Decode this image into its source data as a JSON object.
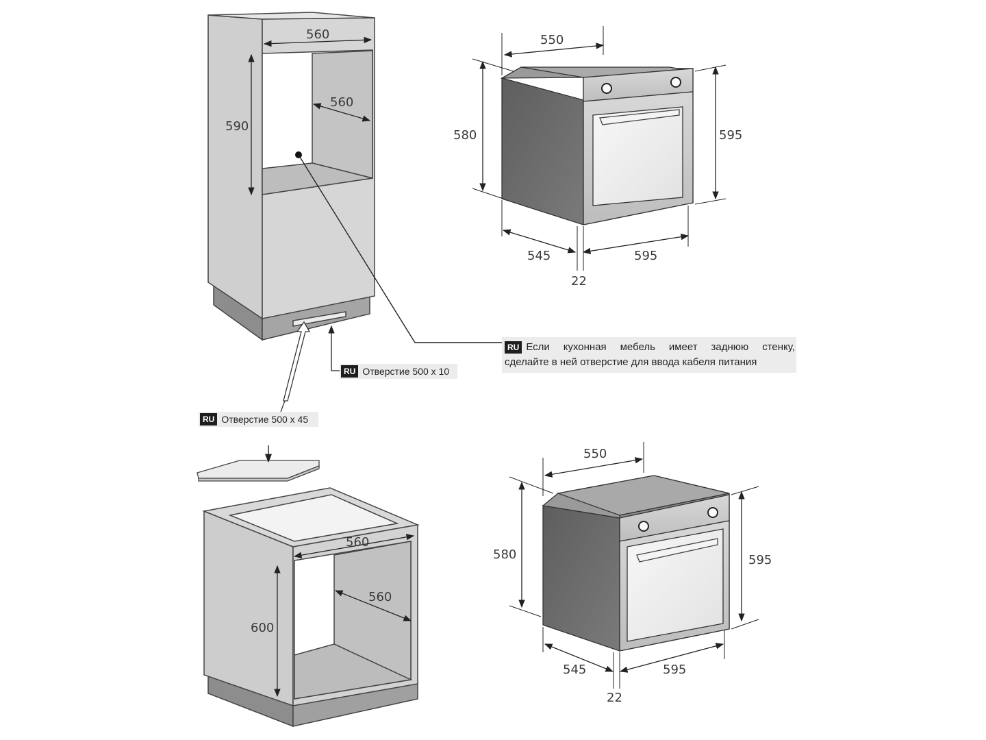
{
  "cabinet_tall": {
    "width": "560",
    "height": "590",
    "depth": "560"
  },
  "oven_top": {
    "width": "550",
    "height_left": "580",
    "height_right": "595",
    "depth": "545",
    "front_width": "595",
    "panel": "22"
  },
  "cabinet_base": {
    "width": "560",
    "height": "600",
    "depth": "560"
  },
  "oven_bottom": {
    "width": "550",
    "height_left": "580",
    "height_right": "595",
    "depth": "545",
    "front_width": "595",
    "panel": "22"
  },
  "notes": {
    "cable": {
      "lang": "RU",
      "line1_words": [
        "Если",
        "кухонная",
        "мебель",
        "имеет",
        "заднюю",
        "стенку,"
      ],
      "line2": "сделайте в ней отверстие для ввода кабеля питания"
    },
    "hole10": {
      "lang": "RU",
      "text": "Отверстие 500 x 10"
    },
    "hole45": {
      "lang": "RU",
      "text": "Отверстие 500 x 45"
    }
  },
  "colors": {
    "cabinet_face": "#d2d2d2",
    "cabinet_inner": "#b9b9b9",
    "plinth": "#8f8f8f",
    "oven_body": "#6a6a6a",
    "oven_front": "#c9c9c9"
  }
}
